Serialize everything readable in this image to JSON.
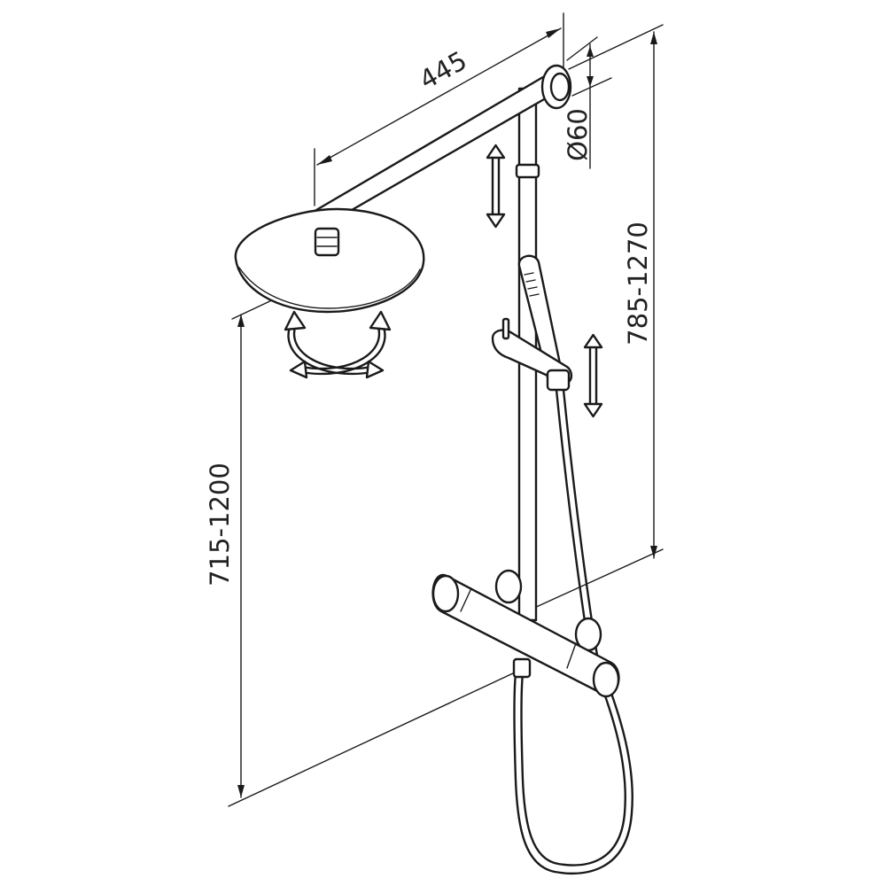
{
  "dimensions": {
    "arm_length": "445",
    "diameter": "Ø60",
    "head_height": "715-1200",
    "rail_height": "785-1270"
  }
}
